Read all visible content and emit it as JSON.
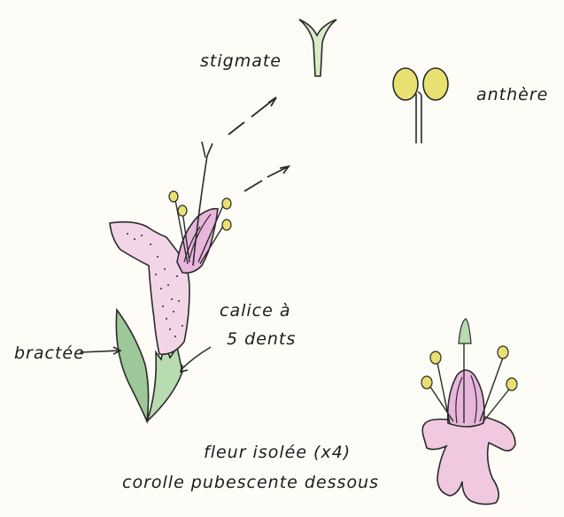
{
  "labels": {
    "stigma": "stigmate",
    "anther": "anthère",
    "calyx_line1": "calice à",
    "calyx_line2": "5 dents",
    "bract": "bractée",
    "caption_line1": "fleur isolée (x4)",
    "caption_line2": "corolle pubescente dessous"
  },
  "colors": {
    "ink": "#2a2a2a",
    "corolla_pink": "#f0c8e0",
    "petal_pink": "#e8b6dc",
    "bract_green": "#9cc89a",
    "stem_green": "#a8d0a0",
    "anther_yellow": "#e8e070",
    "stigma_green": "#d8ecc8"
  }
}
